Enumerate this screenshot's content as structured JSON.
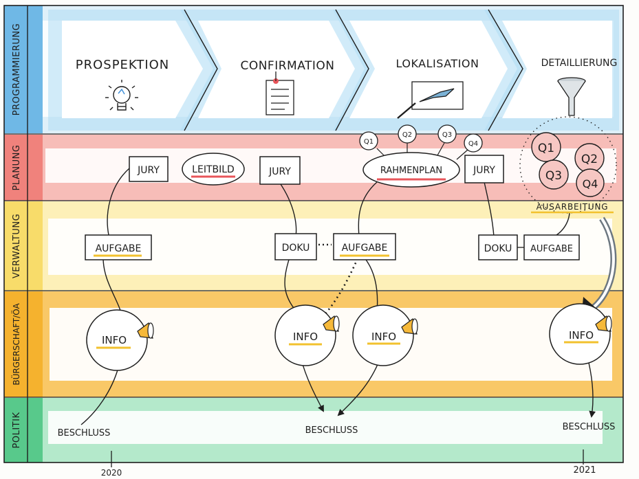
{
  "lanes": [
    {
      "id": "programmierung",
      "label": "PROGRAMMIERUNG",
      "color": "#8ecdf0",
      "band": "#bfe3f6"
    },
    {
      "id": "planung",
      "label": "PLANUNG",
      "color": "#f2857f",
      "band": "#f7b3ae"
    },
    {
      "id": "verwaltung",
      "label": "VERWALTUNG",
      "color": "#f9e07a",
      "band": "#fbeaa8"
    },
    {
      "id": "buergerschaft",
      "label": "BÜRGERSCHAFT/ÖA",
      "color": "#f6b93a",
      "band": "#f9cf74"
    },
    {
      "id": "politik",
      "label": "POLITIK",
      "color": "#5fcf90",
      "band": "#9fe2bb"
    }
  ],
  "phases": [
    {
      "label": "PROSPEKTION",
      "icon": "lightbulb-icon"
    },
    {
      "label": "CONFIRMATION",
      "icon": "document-icon"
    },
    {
      "label": "LOKALISATION",
      "icon": "map-board-icon"
    },
    {
      "label": "DETAILLIERUNG",
      "icon": "funnel-icon"
    }
  ],
  "planung": {
    "jury_1": "JURY",
    "leitbild": "LEITBILD",
    "jury_2": "JURY",
    "rahmenplan": "RAHMENPLAN",
    "jury_3": "JURY",
    "quarters": [
      "Q1",
      "Q2",
      "Q3",
      "Q4"
    ],
    "detail_quarters": [
      "Q1",
      "Q2",
      "Q3",
      "Q4"
    ],
    "ausarbeitung": "AUSARBEITUNG"
  },
  "verwaltung": {
    "aufgabe_1": "AUFGABE",
    "doku_1": "DOKU",
    "aufgabe_2": "AUFGABE",
    "doku_2": "DOKU",
    "aufgabe_3": "AUFGABE"
  },
  "buergerschaft": {
    "info": [
      "INFO",
      "INFO",
      "INFO",
      "INFO"
    ]
  },
  "politik": {
    "beschluss": [
      "BESCHLUSS",
      "BESCHLUSS",
      "BESCHLUSS"
    ]
  },
  "timeline": {
    "years": [
      "2020",
      "2021"
    ]
  },
  "colors": {
    "ink": "#1e1e1e",
    "pen_red": "#e8555a",
    "pen_yellow": "#f2c12e",
    "arrow_grey": "#6c7780"
  }
}
